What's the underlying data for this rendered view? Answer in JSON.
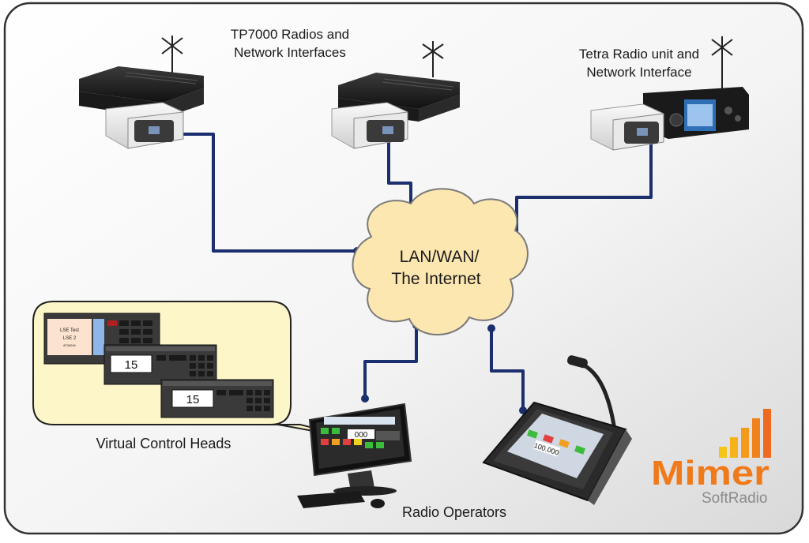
{
  "labels": {
    "tp7000_line1": "TP7000 Radios and",
    "tp7000_line2": "Network Interfaces",
    "tetra_line1": "Tetra Radio unit and",
    "tetra_line2": "Network Interface",
    "cloud_line1": "LAN/WAN/",
    "cloud_line2": "The Internet",
    "virtual_heads": "Virtual Control Heads",
    "radio_operators": "Radio Operators"
  },
  "control_heads": {
    "head1_line1": "LSE Test",
    "head1_line2": "LSE 2",
    "head1_line3": "8706049",
    "head2_channel": "15",
    "head3_channel": "15"
  },
  "screens": {
    "operator_display": "000",
    "console_display": "100.000"
  },
  "logo": {
    "brand": "Mimer",
    "product": "SoftRadio",
    "brand_color": "#f07a1a",
    "product_color": "#8a8a8a",
    "bar_colors": [
      "#f5c518",
      "#f5b21a",
      "#f39a1c",
      "#f0821e",
      "#ee6a20"
    ]
  },
  "colors": {
    "link": "#1b2f6e",
    "cloud_fill": "#fde7b0",
    "cloud_stroke": "#7a7a7a",
    "callout_fill": "#fdf6c8"
  }
}
